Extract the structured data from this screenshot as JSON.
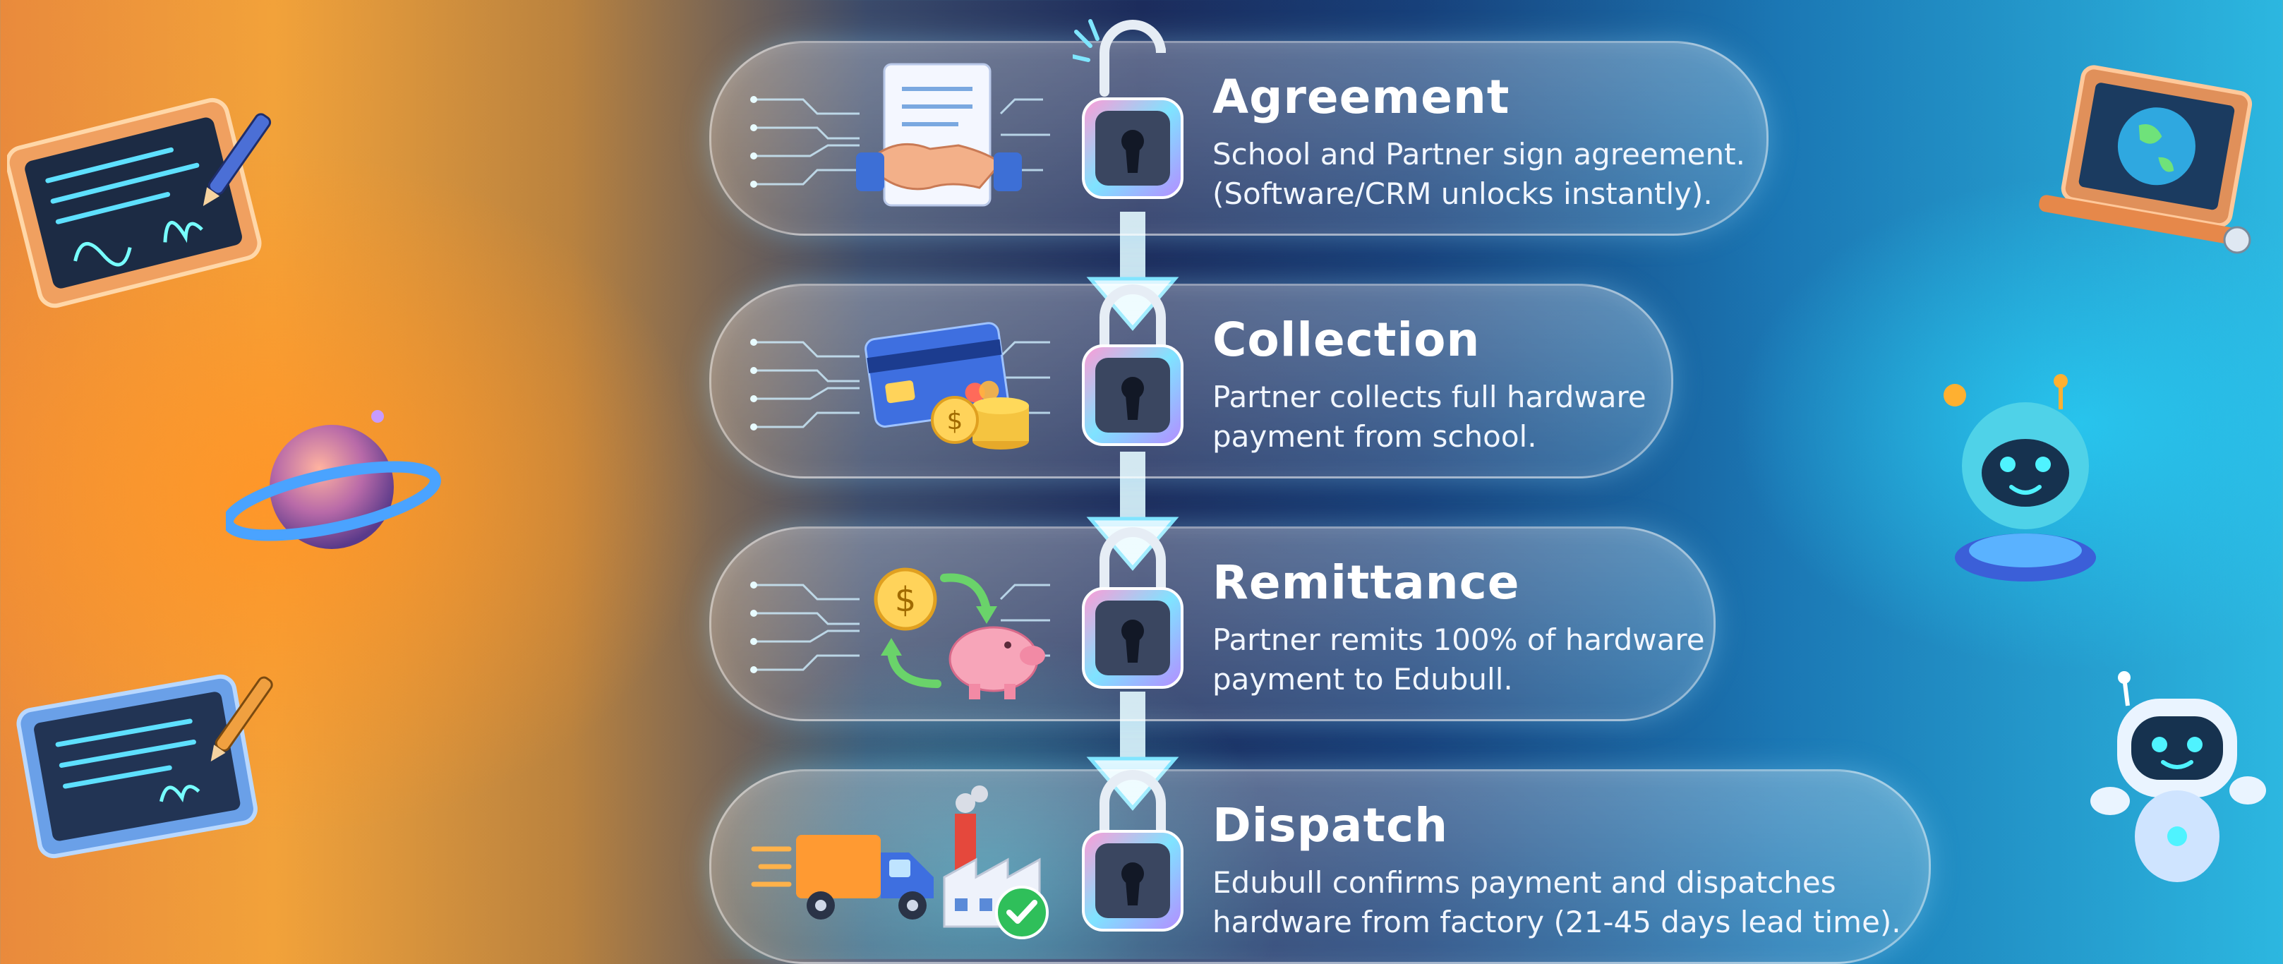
{
  "steps": [
    {
      "title": "Agreement",
      "description": "School and Partner sign agreement.\n(Software/CRM unlocks instantly).",
      "icon": "handshake-contract-icon",
      "lock_state": "unlocked"
    },
    {
      "title": "Collection",
      "description": "Partner collects full hardware\npayment from school.",
      "icon": "credit-card-coins-icon",
      "lock_state": "locked"
    },
    {
      "title": "Remittance",
      "description": "Partner remits 100% of hardware\npayment to Edubull.",
      "icon": "dollar-piggy-bank-icon",
      "lock_state": "locked"
    },
    {
      "title": "Dispatch",
      "description": "Edubull confirms payment and dispatches\nhardware from factory (21-45 days lead time).",
      "icon": "truck-factory-icon",
      "lock_state": "locked"
    }
  ],
  "colors": {
    "accent": "#7fe6ff",
    "title": "#ffffff",
    "lock_gradient": [
      "#ff9ad5",
      "#7fe3ff",
      "#b48cff"
    ]
  }
}
